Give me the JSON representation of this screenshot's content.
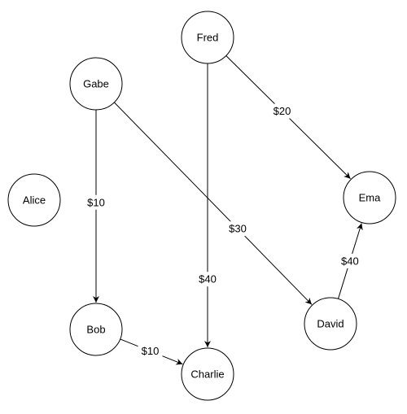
{
  "nodes": [
    {
      "id": "fred",
      "label": "Fred"
    },
    {
      "id": "gabe",
      "label": "Gabe"
    },
    {
      "id": "alice",
      "label": "Alice"
    },
    {
      "id": "ema",
      "label": "Ema"
    },
    {
      "id": "bob",
      "label": "Bob"
    },
    {
      "id": "charlie",
      "label": "Charlie"
    },
    {
      "id": "david",
      "label": "David"
    }
  ],
  "edges": [
    {
      "from": "gabe",
      "to": "bob",
      "label": "$10"
    },
    {
      "from": "gabe",
      "to": "david",
      "label": "$30"
    },
    {
      "from": "fred",
      "to": "charlie",
      "label": "$40"
    },
    {
      "from": "fred",
      "to": "ema",
      "label": "$20"
    },
    {
      "from": "bob",
      "to": "charlie",
      "label": "$10"
    },
    {
      "from": "david",
      "to": "ema",
      "label": "$40"
    }
  ],
  "colors": {
    "stroke": "#000000",
    "fill": "#ffffff",
    "text": "#000000"
  }
}
